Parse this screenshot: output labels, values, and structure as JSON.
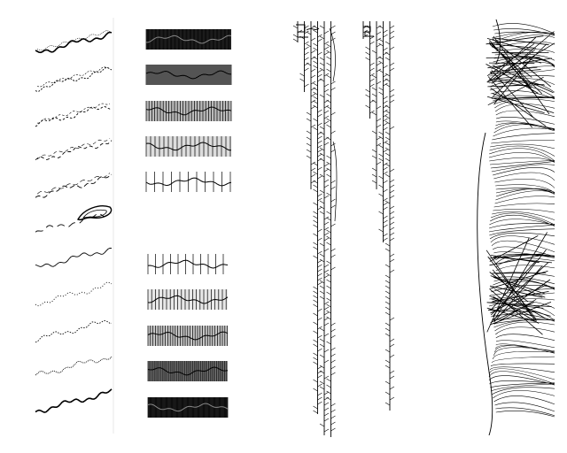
{
  "colors": {
    "ink": "#000000",
    "paper": "#ffffff",
    "faint": "#d8d8d8"
  },
  "panels": [
    {
      "name": "wave-traces-column",
      "icon": "wave-trace-icon"
    },
    {
      "name": "hatched-strips-column",
      "icon": "hatched-strip-icon"
    },
    {
      "name": "staircase-lines-column-a",
      "icon": "staircase-icon"
    },
    {
      "name": "staircase-lines-column-b",
      "icon": "staircase-icon"
    },
    {
      "name": "curve-fan-column",
      "icon": "curve-fan-icon"
    }
  ]
}
